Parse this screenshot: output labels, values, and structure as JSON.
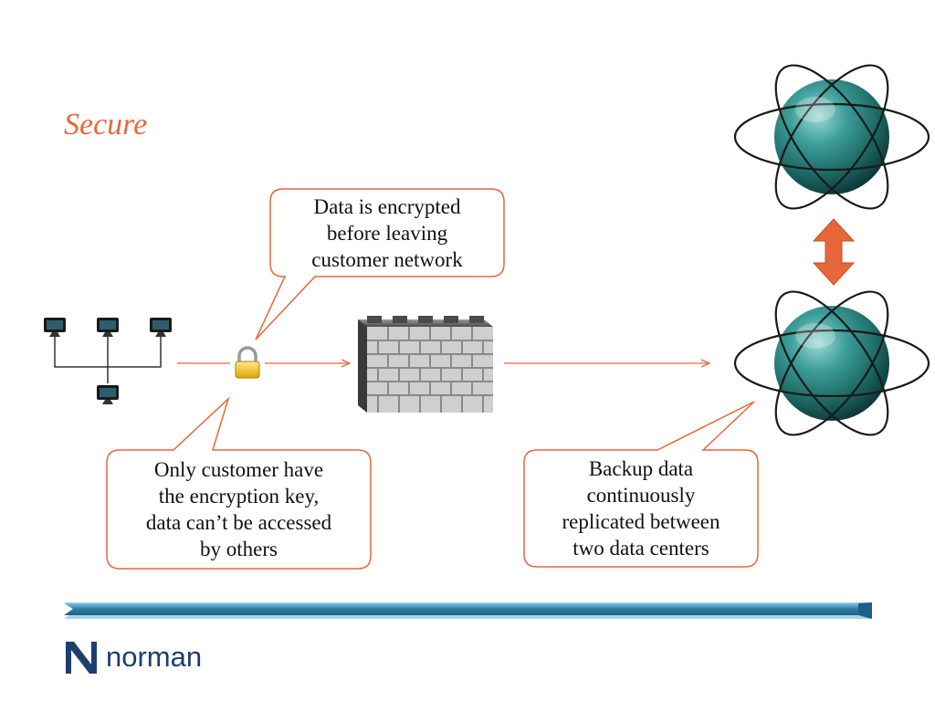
{
  "slide": {
    "title": "Secure"
  },
  "callouts": {
    "encrypted": "Data is encrypted\nbefore leaving\ncustomer network",
    "key": "Only customer have\nthe encryption key,\ndata can’t be accessed\nby others",
    "backup": "Backup data\ncontinuously\nreplicated between\ntwo data centers"
  },
  "logo": {
    "name": "norman",
    "icon": "norman-logo-n-icon"
  },
  "icons": [
    "computer-icon",
    "padlock-icon",
    "firewall-icon",
    "globe-icon",
    "double-arrow-icon"
  ],
  "colors": {
    "accent": "#E8673A",
    "callout_border": "#E8673A",
    "arrow": "#E8673A",
    "globe": "#2A8480",
    "brand": "#1C3F6E",
    "footer_bar": "#2E7FA8"
  }
}
